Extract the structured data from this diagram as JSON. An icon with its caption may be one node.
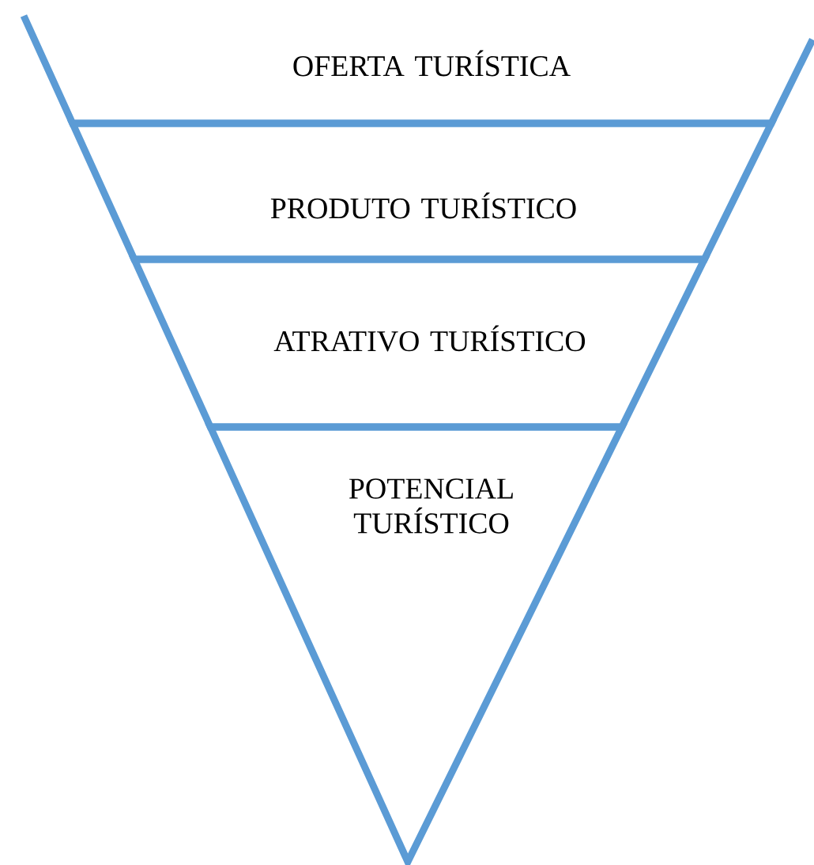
{
  "diagram": {
    "nodes": [
      {
        "text": [
          "OFERTA TURÍSTICA"
        ]
      },
      {
        "text": [
          "PRODUTO TURÍSTICO"
        ]
      },
      {
        "text": [
          "ATRATIVO TURÍSTICO"
        ]
      },
      {
        "text": [
          "POTENCIAL TURÍSTICO"
        ]
      }
    ]
  }
}
